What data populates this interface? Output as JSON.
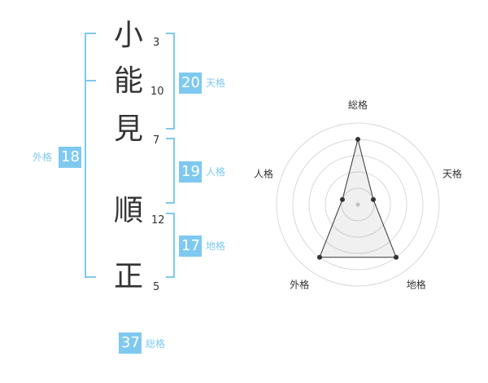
{
  "name_chars": [
    "小",
    "能",
    "見",
    "順",
    "正"
  ],
  "strokes": [
    "3",
    "10",
    "7",
    "12",
    "5"
  ],
  "kakaku": {
    "tenkaku": {
      "label": "天格",
      "value": "20"
    },
    "jinkaku": {
      "label": "人格",
      "value": "19"
    },
    "chikaku": {
      "label": "地格",
      "value": "17"
    },
    "gaikaku": {
      "label": "外格",
      "value": "18"
    },
    "soukaku": {
      "label": "総格",
      "value": "37"
    }
  },
  "colors": {
    "accent": "#7fc9f0",
    "text": "#333333"
  },
  "radar": {
    "axes": [
      "総格",
      "天格",
      "地格",
      "外格",
      "人格"
    ],
    "levels": [
      4,
      1,
      4,
      4,
      1
    ],
    "max": 5
  }
}
